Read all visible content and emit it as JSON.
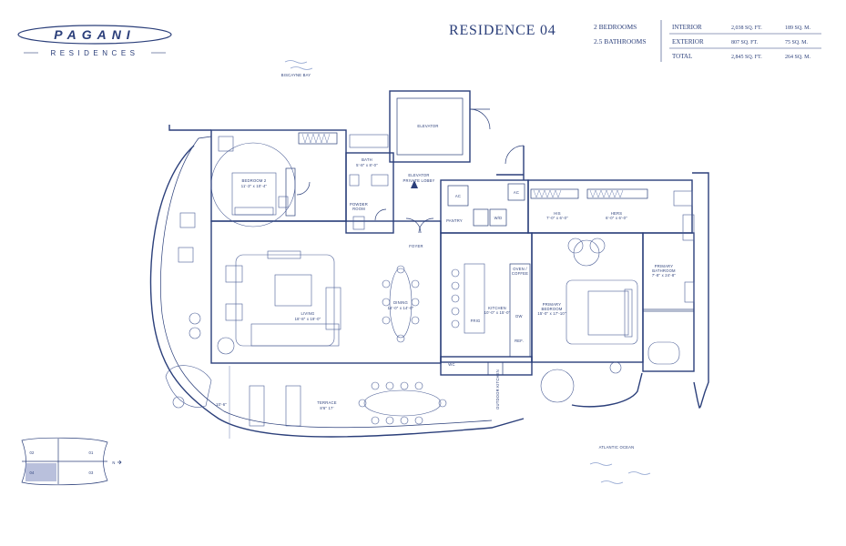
{
  "brand": {
    "logo": "PAGANI",
    "sub": "RESIDENCES"
  },
  "title": "RESIDENCE 04",
  "summary": {
    "bedrooms": "2 BEDROOMS",
    "bathrooms": "2.5 BATHROOMS"
  },
  "areas": [
    {
      "label": "INTERIOR",
      "sqft": "2,038 SQ. FT.",
      "sqm": "189 SQ. M."
    },
    {
      "label": "EXTERIOR",
      "sqft": "807 SQ. FT.",
      "sqm": "75 SQ. M."
    },
    {
      "label": "TOTAL",
      "sqft": "2,845 SQ. FT.",
      "sqm": "264 SQ. M."
    }
  ],
  "views": {
    "west": "BISCAYNE BAY",
    "east": "ATLANTIC OCEAN"
  },
  "rooms": {
    "elevator": "ELEVATOR",
    "bath": "BATH",
    "bath_dim": "5'-8\" x 8'-0\"",
    "elevator_lobby": "ELEVATOR",
    "elevator_lobby2": "PRIVATE LOBBY",
    "bedroom2": "BEDROOM 2",
    "bedroom2_dim": "11'-3\" x 10'-4\"",
    "powder": "POWDER",
    "powder2": "ROOM",
    "ac1": "AC",
    "ac2": "AC",
    "pantry": "PANTRY",
    "wd": "W/D",
    "his": "HIS",
    "his_dim": "7'-0\" x 6'-0\"",
    "hers": "HERS",
    "hers_dim": "6'-0\" x 6'-0\"",
    "foyer": "FOYER",
    "primary_bath": "PRIMARY",
    "primary_bath2": "BATHROOM",
    "primary_bath_dim": "7'-8\" x 24'-8\"",
    "living": "LIVING",
    "living_dim": "18'-8\" x 19'-0\"",
    "dining": "DINING",
    "dining_dim": "14'-0\" x 14'-0\"",
    "kitchen": "KITCHEN",
    "kitchen_dim": "10'-0\" x 15'-0\"",
    "oven": "OVEN /",
    "oven2": "COFFEE",
    "primary_bed": "PRIMARY",
    "primary_bed2": "BEDROOM",
    "primary_bed_dim": "15'-0\" x 17'-10\"",
    "frig": "FRIG",
    "dw": "DW",
    "ref": "REF.",
    "wc": "WC",
    "terrace": "TERRACE",
    "terrace_dim": "8'6\" 17'",
    "terrace_depth": "10'-6\"",
    "grill": "OUTDOOR KITCHEN"
  },
  "keyplan": {
    "u1": "01",
    "u2": "02",
    "u3": "03",
    "u4": "04",
    "north": "N"
  }
}
